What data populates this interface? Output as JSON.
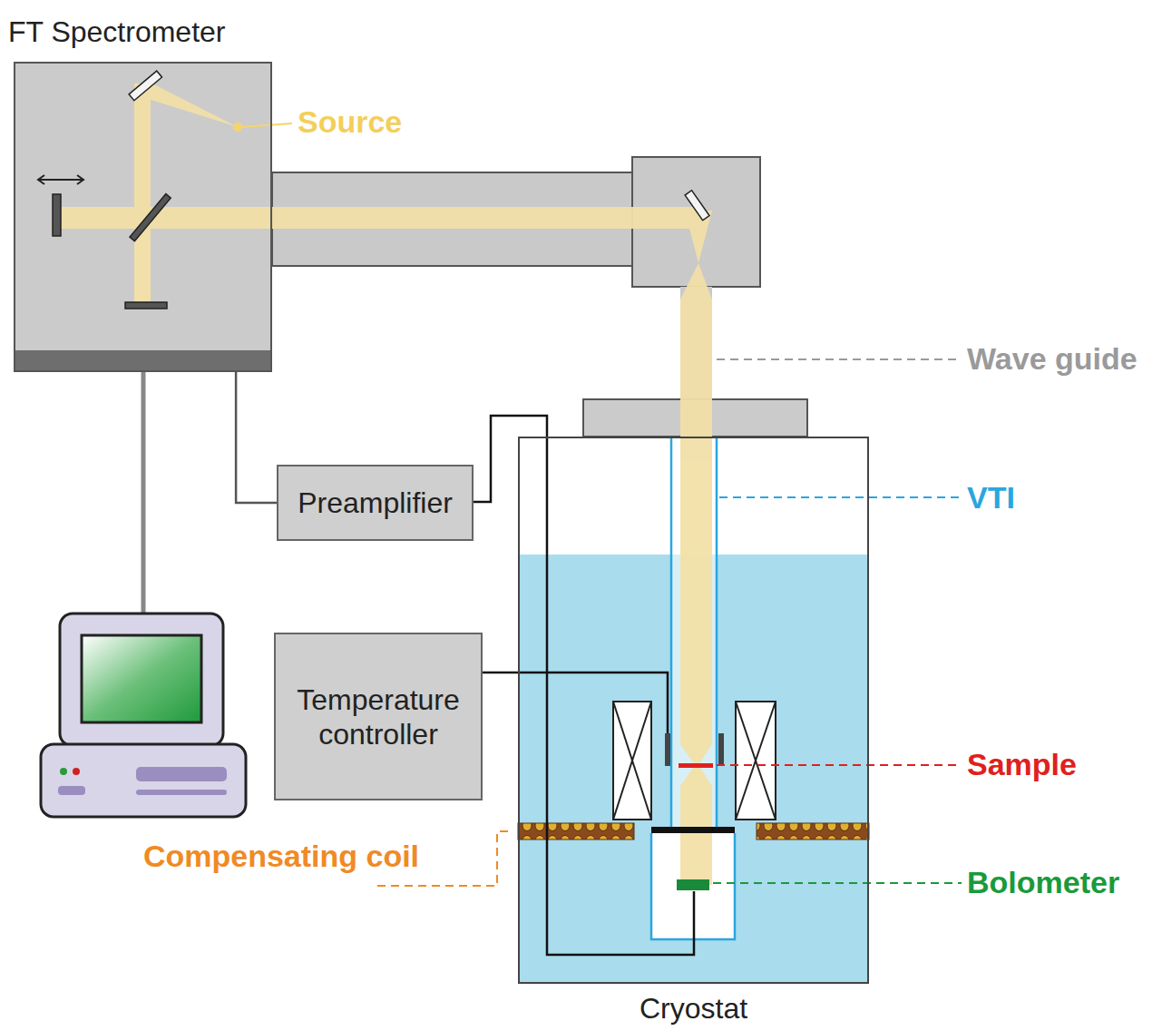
{
  "diagram": {
    "nodes": [
      {
        "text": [
          "FT Spectrometer"
        ]
      },
      {
        "text": [
          "Preamplifier"
        ]
      },
      {
        "text": [
          "Temperature controller"
        ]
      },
      {
        "text": [
          "Cryostat"
        ]
      }
    ],
    "edges": [
      {
        "from": 0,
        "to": 1,
        "arrow": "none"
      }
    ],
    "labels": [
      "Source",
      "Wave guide",
      "VTI",
      "Sample",
      "Bolometer",
      "Compensating coil"
    ]
  }
}
